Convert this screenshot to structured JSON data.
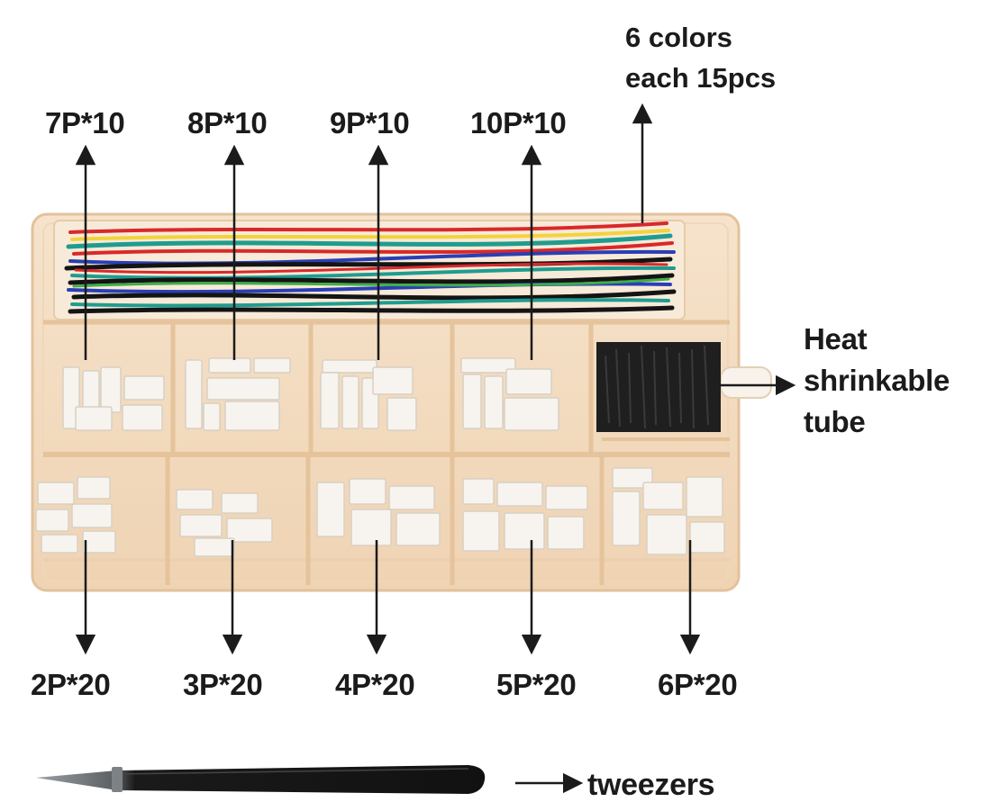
{
  "header_lines": [
    "6 colors",
    "each 15pcs"
  ],
  "top_labels": [
    "7P*10",
    "8P*10",
    "9P*10",
    "10P*10"
  ],
  "bottom_labels": [
    "2P*20",
    "3P*20",
    "4P*20",
    "5P*20",
    "6P*20"
  ],
  "side_label_lines": [
    "Heat",
    "shrinkable",
    "tube"
  ],
  "tool_label": "tweezers",
  "colors": {
    "text": "#1b1b1b",
    "box": "#f3dcc0",
    "box_edge": "#e6c7a2",
    "connector": "#f7f4ef",
    "tube": "#1c1c1c",
    "wires": [
      "#d8292a",
      "#1f9c8f",
      "#2a3fb5",
      "#141414",
      "#f2d33a",
      "#3fae47"
    ]
  }
}
